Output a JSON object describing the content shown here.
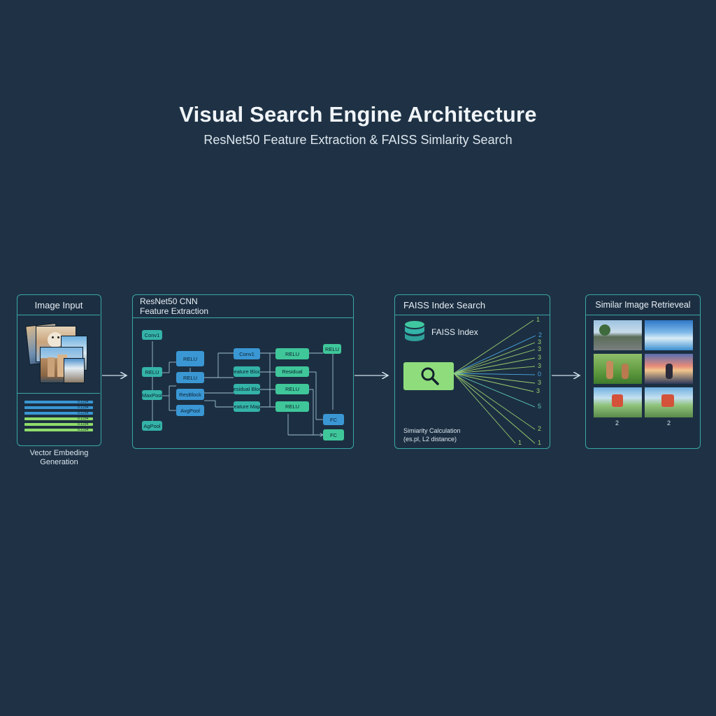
{
  "header": {
    "title": "Visual Search Engine Architecture",
    "subtitle": "ResNet50 Feature Extraction & FAISS Simlarity Search"
  },
  "input_panel": {
    "title": "Image Input",
    "caption_line1": "Vector Embeding",
    "caption_line2": "Generation",
    "embedding_bars": [
      {
        "color": "#3a97d4",
        "value": "0.1234"
      },
      {
        "color": "#3a97d4",
        "value": "0.1234"
      },
      {
        "color": "#3a97d4",
        "value": "0.1234"
      },
      {
        "color": "#8fdc6a",
        "value": "0.1234"
      },
      {
        "color": "#8fdc6a",
        "value": "0.1234"
      },
      {
        "color": "#8fdc6a",
        "value": "0.1234"
      }
    ]
  },
  "cnn_panel": {
    "title_line1": "ResNet50 CNN",
    "title_line2": "Feature Extraction",
    "nodes": {
      "conv1": "Conv1",
      "relu_a": "RELU",
      "relu_b": "RELU",
      "maxpool": "MaxPool",
      "agpool": "AgPool",
      "resblock": "ResBlock",
      "avgpool": "AvgPool",
      "conv2": "Conv1",
      "feature_block": "Feature Block",
      "residual_block": "Residual Block",
      "feature_maps": "Feature Maps",
      "relu2": "RELU",
      "residual": "Residual",
      "relu3": "RELU",
      "relu4": "RELU",
      "relu5": "RELU",
      "relu6": "RELU",
      "fc1": "FC",
      "fc2": "FC"
    }
  },
  "faiss_panel": {
    "title": "FAISS Index Search",
    "index_label": "FAISS Index",
    "calc_line1": "Simiarity Calculation",
    "calc_line2": "(es.pl, L2 distance)",
    "scores": [
      "1",
      "2",
      "3",
      "3",
      "3",
      "3",
      "0",
      "3",
      "3",
      "5",
      "2",
      "1",
      "1"
    ],
    "score_colors": [
      "#9ccf6f",
      "#4aa6e0",
      "#9ccf6f",
      "#9ccf6f",
      "#9ccf6f",
      "#9ccf6f",
      "#4aa6e0",
      "#9ccf6f",
      "#9ccf6f",
      "#5fc7b4",
      "#9ccf6f",
      "#9ccf6f",
      "#9ccf6f"
    ]
  },
  "retrieval_panel": {
    "title": "Similar Image Retrieveal",
    "labels": [
      "2",
      "2"
    ]
  }
}
